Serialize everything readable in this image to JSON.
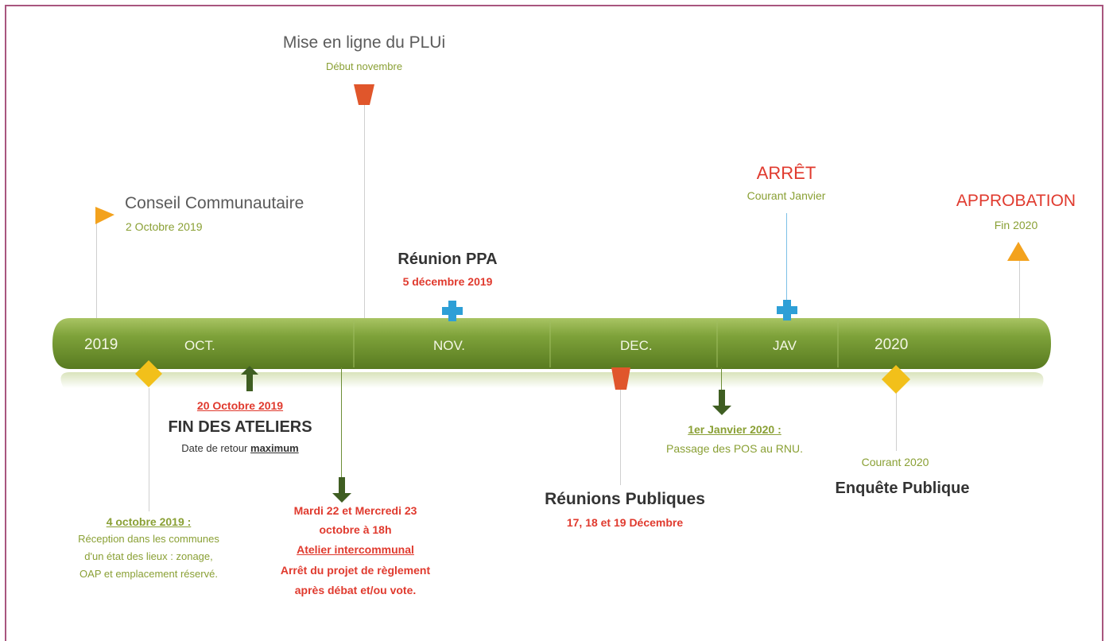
{
  "colors": {
    "border": "#a8557e",
    "bar_green": "#7ea23a",
    "olive_text": "#8aa035",
    "red_text": "#e03a2e",
    "dark_text": "#2f2f2f",
    "orange_marker": "#e0562b",
    "blue_marker": "#2e9fd6",
    "yellow_marker": "#f2c01a",
    "dark_green_arrow": "#3f5e22"
  },
  "bar": {
    "labels": [
      "2019",
      "OCT.",
      "NOV.",
      "DEC.",
      "JAV",
      "2020"
    ]
  },
  "events": {
    "mise_en_ligne": {
      "title": "Mise en ligne du PLUi",
      "date": "Début novembre",
      "marker": "orange-trapezoid-icon"
    },
    "conseil": {
      "title": "Conseil Communautaire",
      "date": "2 Octobre 2019",
      "marker": "orange-flag-icon"
    },
    "reunion_ppa": {
      "title": "Réunion PPA",
      "date": "5 décembre 2019",
      "marker": "blue-cross-icon"
    },
    "arret": {
      "title": "ARRÊT",
      "date": "Courant Janvier",
      "marker": "blue-cross-icon"
    },
    "approbation": {
      "title": "APPROBATION",
      "date": "Fin 2020",
      "marker": "orange-triangle-icon"
    },
    "fin_ateliers": {
      "date": "20 Octobre 2019",
      "title": "FIN DES ATELIERS",
      "note_prefix": "Date de retour",
      "note_emph": "maximum",
      "marker": "green-up-arrow-icon"
    },
    "reception": {
      "date": "4 octobre 2019 :",
      "lines": [
        "Réception dans les communes",
        "d'un état des lieux : zonage,",
        "OAP et emplacement réservé."
      ],
      "marker": "yellow-diamond-icon"
    },
    "atelier_inter": {
      "lines": [
        "Mardi 22 et Mercredi 23",
        "octobre à 18h"
      ],
      "title": "Atelier intercommunal",
      "desc": [
        "Arrêt du projet de règlement",
        "après débat et/ou vote."
      ],
      "marker": "green-down-arrow-icon"
    },
    "reunions_publiques": {
      "title": "Réunions Publiques",
      "date": "17, 18 et 19 Décembre",
      "marker": "orange-trapezoid-icon"
    },
    "pos_rnu": {
      "date": "1er Janvier 2020 :",
      "desc": "Passage des POS au RNU.",
      "marker": "green-down-arrow-icon"
    },
    "enquete": {
      "date": "Courant 2020",
      "title": "Enquête Publique",
      "marker": "yellow-diamond-icon"
    }
  }
}
